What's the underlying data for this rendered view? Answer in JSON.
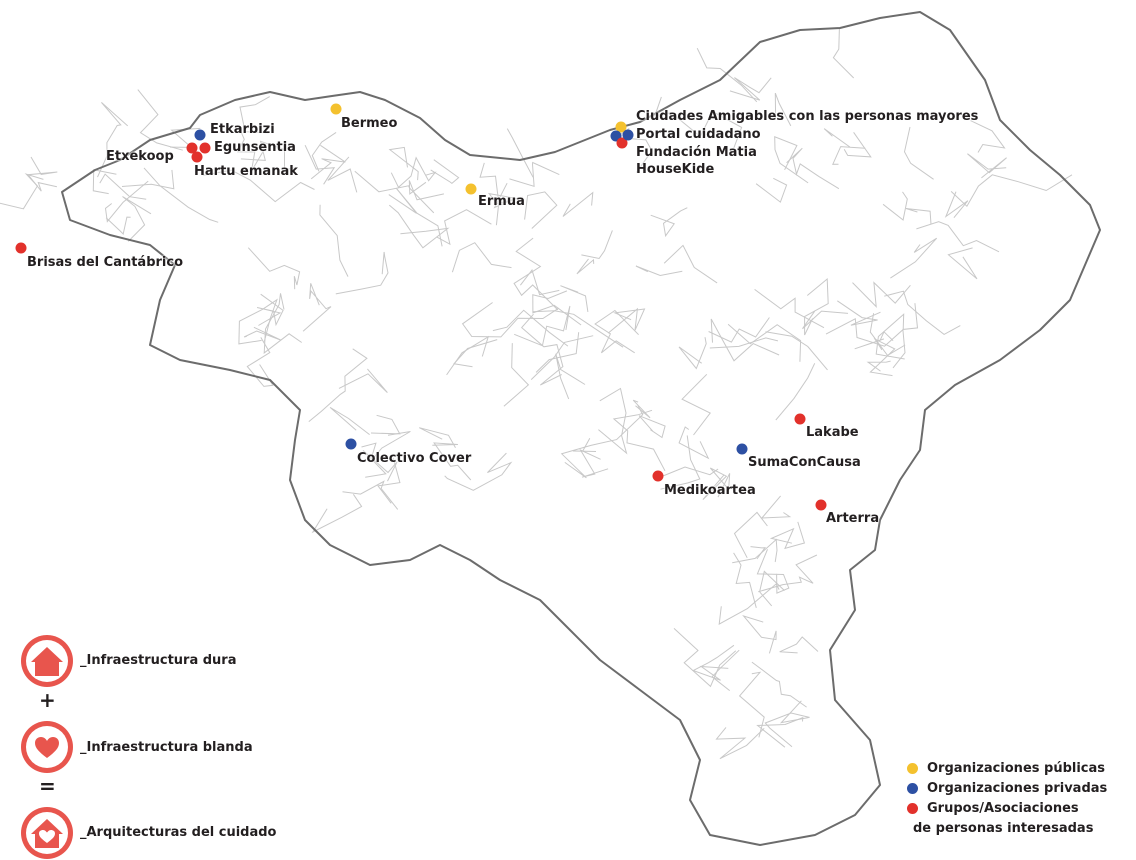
{
  "colors": {
    "public": "#f4c12e",
    "private": "#2d50a3",
    "groups": "#e2312b",
    "border": "#6c6c6c",
    "inner": "#c8c8c8",
    "icon": "#e8554d"
  },
  "places": [
    {
      "name": "Bermeo",
      "cat": "public"
    },
    {
      "name": "Ciudades Amigables con las personas mayores",
      "cat": "public"
    },
    {
      "name": "Portal cuidadano",
      "cat": "private"
    },
    {
      "name": "Fundación Matia",
      "cat": "groups"
    },
    {
      "name": "HouseKide",
      "cat": "private"
    },
    {
      "name": "Ermua",
      "cat": "public"
    },
    {
      "name": "Etkarbizi",
      "cat": "private"
    },
    {
      "name": "Egunsentia",
      "cat": "groups"
    },
    {
      "name": "Etxekoop",
      "cat": "groups"
    },
    {
      "name": "Hartu emanak",
      "cat": "groups"
    },
    {
      "name": "Brisas del Cantábrico",
      "cat": "groups"
    },
    {
      "name": "Colectivo Cover",
      "cat": "private"
    },
    {
      "name": "Lakabe",
      "cat": "groups"
    },
    {
      "name": "SumaConCausa",
      "cat": "private"
    },
    {
      "name": "Medikoartea",
      "cat": "groups"
    },
    {
      "name": "Arterra",
      "cat": "groups"
    }
  ],
  "legend_icons": [
    {
      "label": "_Infraestructura dura",
      "icon": "house-icon"
    },
    {
      "label": "_Infraestructura blanda",
      "icon": "heart-icon"
    },
    {
      "label": "_Arquitecturas del cuidado",
      "icon": "house-heart-icon"
    }
  ],
  "operators": {
    "plus": "+",
    "equals": "="
  },
  "categories": [
    {
      "label": "Organizaciones públicas",
      "color_key": "public"
    },
    {
      "label": "Organizaciones privadas",
      "color_key": "private"
    },
    {
      "label": "Grupos/Asociaciones",
      "label2": "de personas interesadas",
      "color_key": "groups"
    }
  ]
}
